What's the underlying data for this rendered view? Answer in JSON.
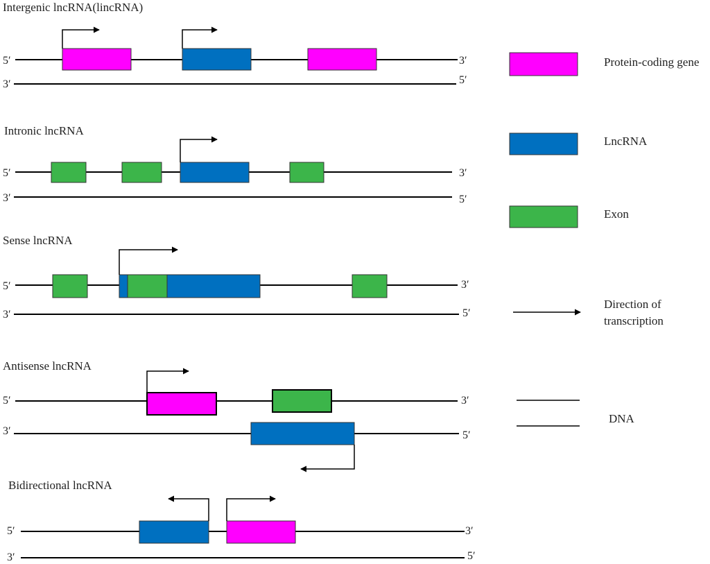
{
  "colors": {
    "protein_coding": "#ff00ff",
    "lncrna": "#0070c0",
    "exon": "#3cb54a",
    "line": "#000000"
  },
  "panels": [
    {
      "id": "intergenic",
      "title": "Intergenic lncRNA(lincRNA)",
      "top_left_end": "5′",
      "top_right_end": "3′",
      "bottom_left_end": "3′",
      "bottom_right_end": "5′"
    },
    {
      "id": "intronic",
      "title": "Intronic lncRNA",
      "top_left_end": "5′",
      "top_right_end": "3′",
      "bottom_left_end": "3′",
      "bottom_right_end": "5′"
    },
    {
      "id": "sense",
      "title": "Sense lncRNA",
      "top_left_end": "5′",
      "top_right_end": "3′",
      "bottom_left_end": "3′",
      "bottom_right_end": "5′"
    },
    {
      "id": "antisense",
      "title": "Antisense lncRNA",
      "top_left_end": "5′",
      "top_right_end": "3′",
      "bottom_left_end": "3′",
      "bottom_right_end": "5′"
    },
    {
      "id": "bidirectional",
      "title": "Bidirectional lncRNA",
      "top_left_end": "5′",
      "top_right_end": "3′",
      "bottom_left_end": "3′",
      "bottom_right_end": "5′"
    }
  ],
  "legend": {
    "protein_coding": "Protein-coding gene",
    "lncrna": "LncRNA",
    "exon": "Exon",
    "direction_line1": "Direction of",
    "direction_line2": "transcription",
    "dna": "DNA"
  }
}
